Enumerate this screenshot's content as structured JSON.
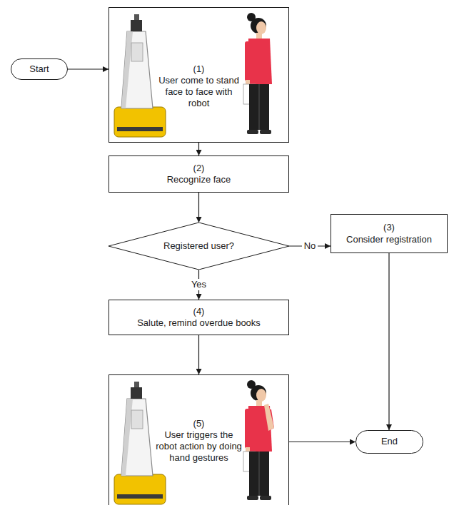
{
  "diagram": {
    "nodes": [
      {
        "text": [
          "Start"
        ]
      },
      {
        "text": [
          "(1)",
          "User come to stand face to face with robot"
        ]
      },
      {
        "text": [
          "(2)",
          "Recognize face"
        ]
      },
      {
        "text": [
          "Registered user?"
        ]
      },
      {
        "text": [
          "(3)",
          "Consider registration"
        ]
      },
      {
        "text": [
          "(4)",
          "Salute, remind overdue books"
        ]
      },
      {
        "text": [
          "(5)",
          "User triggers the robot action by doing hand gestures"
        ]
      },
      {
        "text": [
          "End"
        ]
      }
    ],
    "edges": [
      {
        "from": 0,
        "to": 1,
        "arrow": "to"
      },
      {
        "from": 1,
        "to": 2,
        "arrow": "to"
      },
      {
        "from": 2,
        "to": 3,
        "arrow": "to"
      },
      {
        "from": 3,
        "to": 4,
        "label": "No",
        "arrow": "to"
      },
      {
        "from": 3,
        "to": 5,
        "label": "Yes",
        "arrow": "to"
      },
      {
        "from": 4,
        "to": 7,
        "arrow": "to"
      },
      {
        "from": 5,
        "to": 6,
        "arrow": "to"
      },
      {
        "from": 6,
        "to": 7,
        "arrow": "to"
      }
    ]
  }
}
